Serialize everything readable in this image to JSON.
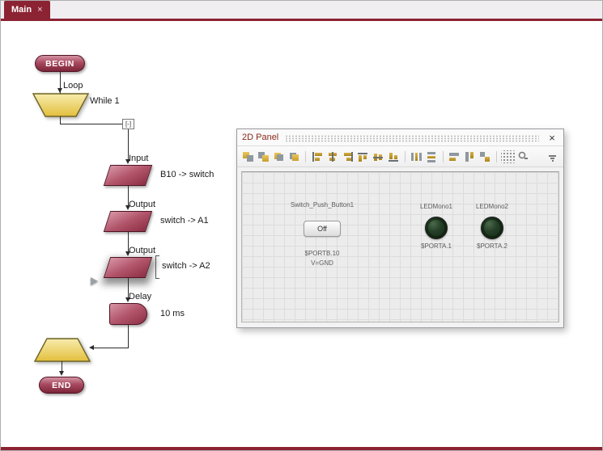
{
  "tabs": {
    "items": [
      {
        "label": "Main",
        "close_label": "×",
        "active": true
      }
    ]
  },
  "flowchart": {
    "begin_label": "BEGIN",
    "end_label": "END",
    "loop_name": "Loop",
    "loop_condition": "While 1",
    "collapse_label": "[-]",
    "steps": [
      {
        "label": "Input",
        "value": "B10 -> switch"
      },
      {
        "label": "Output",
        "value": "switch -> A1"
      },
      {
        "label": "Output",
        "value": "switch -> A2",
        "selected": true
      },
      {
        "label": "Delay",
        "value": "10 ms"
      }
    ]
  },
  "panel": {
    "title": "2D Panel",
    "close_label": "×",
    "toolbar_icons": [
      "bring-to-front",
      "send-to-back",
      "bring-forward",
      "send-backward",
      "align-lefts",
      "align-centers",
      "align-rights",
      "align-tops",
      "align-middles",
      "align-bottoms",
      "space-across",
      "space-down",
      "same-width",
      "same-height",
      "same-size",
      "snap-to-grid",
      "zoom-panel",
      "more"
    ],
    "switch": {
      "name": "Switch_Push_Button1",
      "button_label": "Off",
      "port": "$PORTB.10",
      "value": "V=GND"
    },
    "leds": [
      {
        "name": "LEDMono1",
        "port": "$PORTA.1"
      },
      {
        "name": "LEDMono2",
        "port": "$PORTA.2"
      }
    ]
  },
  "colors": {
    "accent": "#8c2333",
    "shape": "#a84a60",
    "loop_yellow": "#e9c94e",
    "led_green": "#1d331b",
    "panel_title": "#8a2a1a"
  }
}
